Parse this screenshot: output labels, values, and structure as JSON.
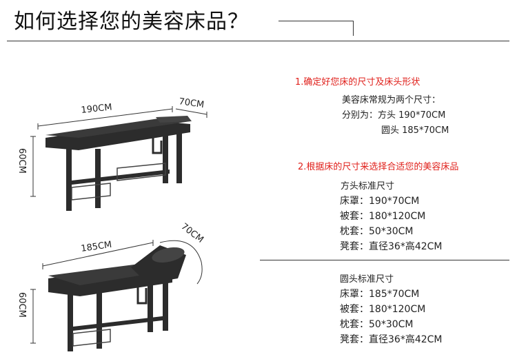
{
  "title": "如何选择您的美容床品？",
  "section1": {
    "heading": "1.确定好您床的尺寸及床头形状",
    "intro": "美容床常规为两个尺寸：",
    "line1": "分别为：方头 190*70CM",
    "line2": "圆头 185*70CM"
  },
  "section2": {
    "heading": "2.根据床的尺寸来选择合适您的美容床品"
  },
  "square": {
    "title": "方头标准尺寸",
    "items": [
      "床罩：190*70CM",
      "被套：180*120CM",
      "枕套：50*30CM",
      "凳套：直径36*高42CM"
    ]
  },
  "round": {
    "title": "圆头标准尺寸",
    "items": [
      "床罩：185*70CM",
      "被套：180*120CM",
      "枕套：50*30CM",
      "凳套：直径36*高42CM"
    ]
  },
  "bed1": {
    "length": "190CM",
    "width": "70CM",
    "height": "60CM"
  },
  "bed2": {
    "length": "185CM",
    "width": "70CM",
    "height": "60CM"
  },
  "colors": {
    "accent_red": "#e0201b",
    "bed_dark": "#2c2c2c",
    "line": "#333333"
  }
}
